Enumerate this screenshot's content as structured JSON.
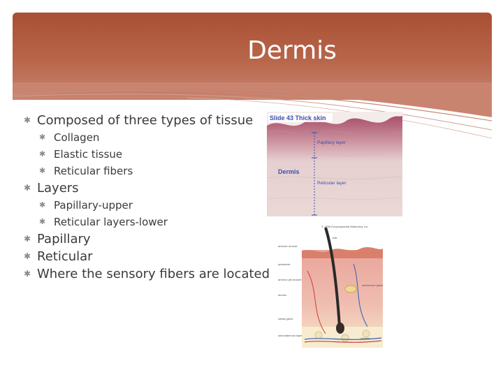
{
  "slide": {
    "title": "Dermis",
    "colors": {
      "title_band": "#a94f33",
      "title_text": "#ffffff",
      "body_text": "#3a3a3a",
      "bullet": "#8a8a8a"
    },
    "bullet_icon": "asterisk-bullet-icon",
    "items": [
      {
        "text": "Composed of three types of tissue",
        "children": [
          "Collagen",
          "Elastic tissue",
          "Reticular fibers"
        ]
      },
      {
        "text": "Layers",
        "children": [
          "Papillary-upper",
          "Reticular layers-lower"
        ]
      },
      {
        "text": "Papillary",
        "children": []
      },
      {
        "text": "Reticular",
        "children": []
      },
      {
        "text": "Where the sensory fibers are located",
        "children": []
      }
    ]
  },
  "micrograph": {
    "caption": "Slide 43 Thick skin",
    "label_papillary": "Papillary layer",
    "label_dermis": "Dermis",
    "label_reticular": "Reticular layer"
  },
  "skin_diagram": {
    "copyright": "© 1998 Encyclopaedia Britannica, Inc.",
    "labels_left": [
      "arrector muscle",
      "epidermis",
      "arrector pili muscle",
      "dermis",
      "sweat gland",
      "subcutaneous layer"
    ],
    "label_hair": "hair",
    "labels_right": [
      "sebaceous gland",
      "vessels"
    ]
  }
}
